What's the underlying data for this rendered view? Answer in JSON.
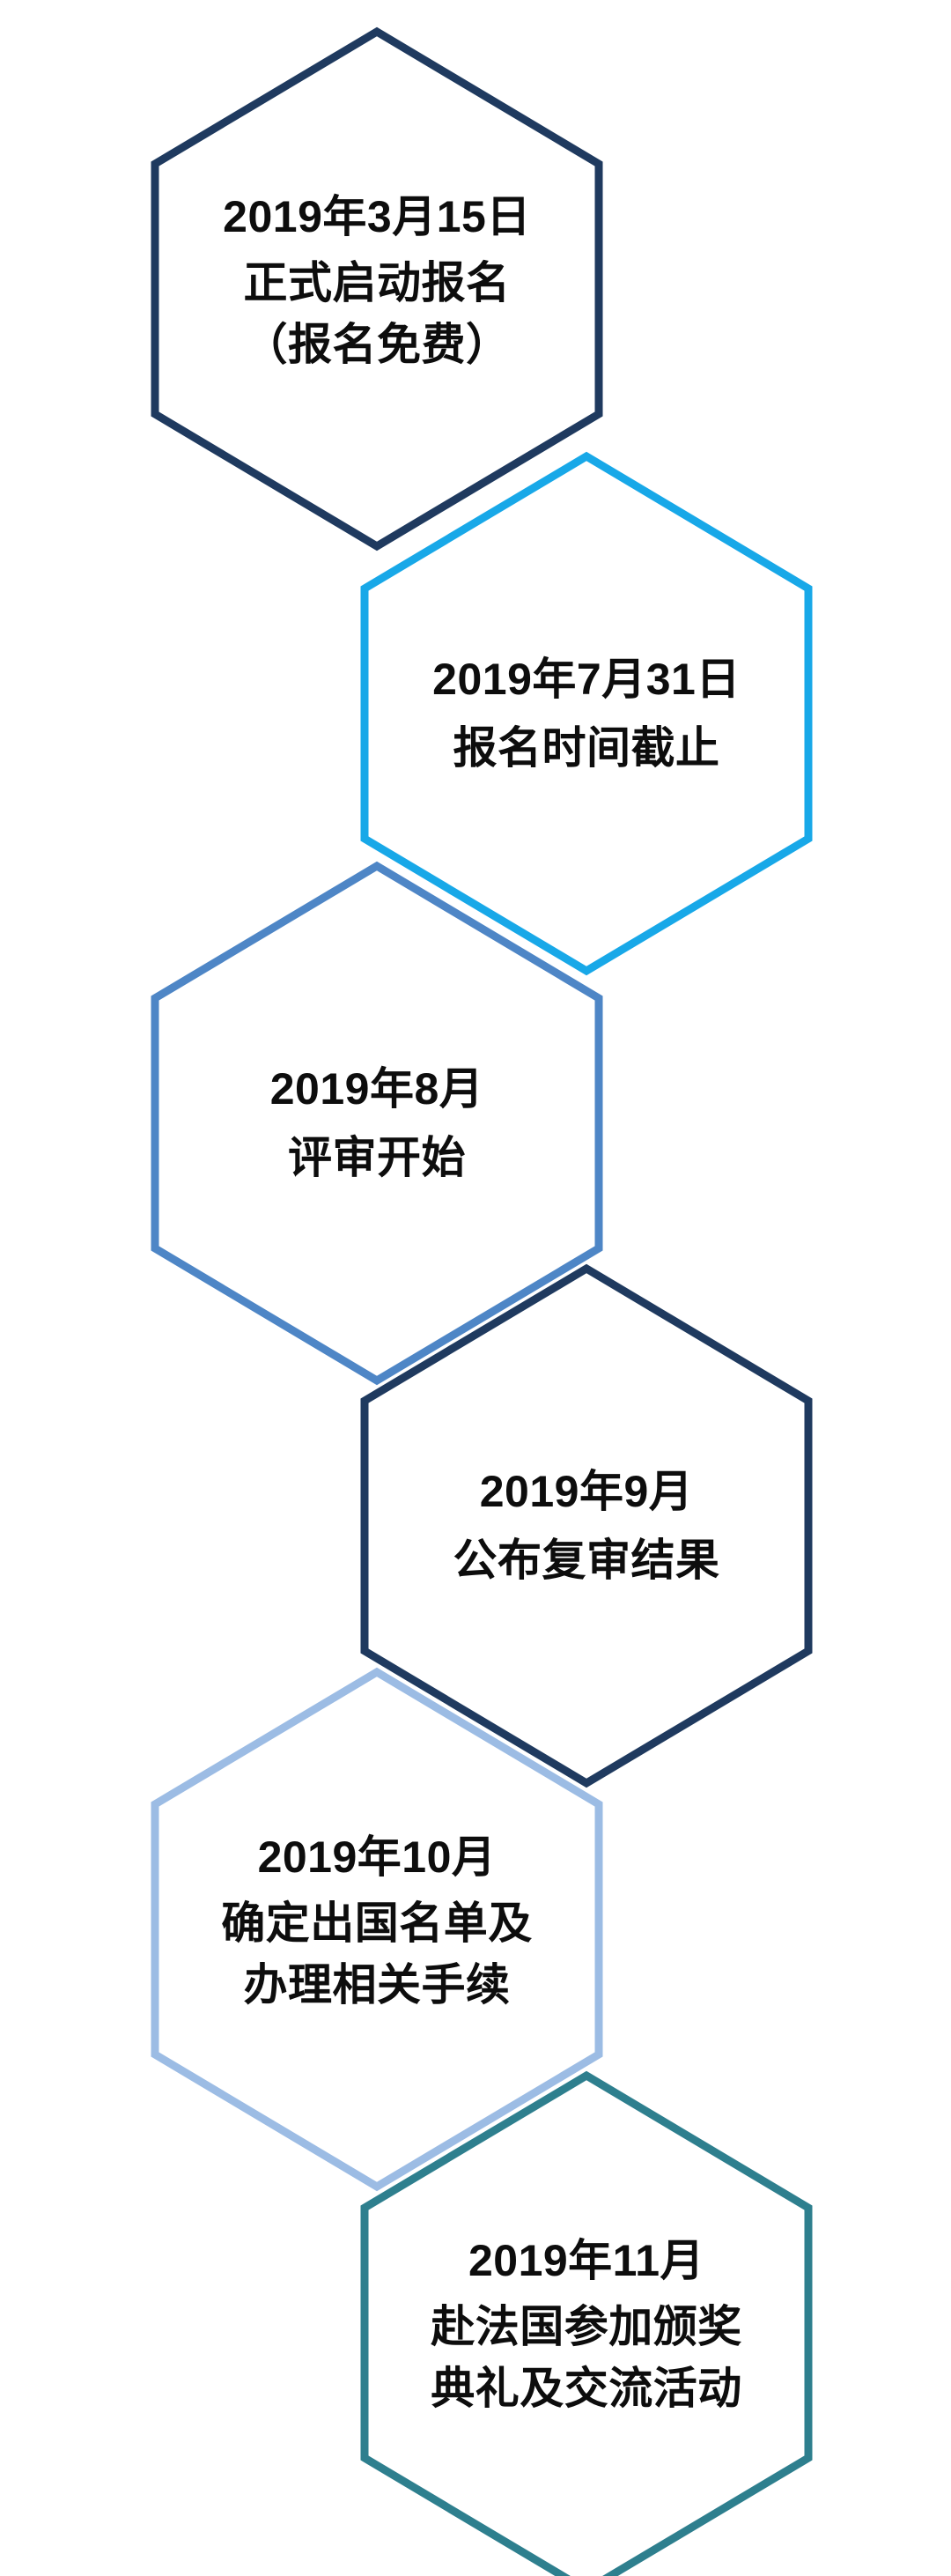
{
  "page": {
    "background_color": "#ffffff",
    "text_color": "#0d0d0d",
    "layout": "vertical zig-zag hexagon timeline",
    "orientation_note": "odd steps align left, even steps align right"
  },
  "timeline": {
    "steps": [
      {
        "index": 1,
        "align": "left",
        "border_color": "#1f3a5f",
        "date": "2019年3月15日",
        "lines": [
          "正式启动报名",
          "（报名免费）"
        ]
      },
      {
        "index": 2,
        "align": "right",
        "border_color": "#18a8e8",
        "date": "2019年7月31日",
        "lines": [
          "报名时间截止"
        ]
      },
      {
        "index": 3,
        "align": "left",
        "border_color": "#4e86c6",
        "date": "2019年8月",
        "lines": [
          "评审开始"
        ]
      },
      {
        "index": 4,
        "align": "right",
        "border_color": "#1f3a5f",
        "date": "2019年9月",
        "lines": [
          "公布复审结果"
        ]
      },
      {
        "index": 5,
        "align": "left",
        "border_color": "#9cbce4",
        "date": "2019年10月",
        "lines": [
          "确定出国名单及",
          "办理相关手续"
        ]
      },
      {
        "index": 6,
        "align": "right",
        "border_color": "#2e7f8e",
        "date": "2019年11月",
        "lines": [
          "赴法国参加颁奖",
          "典礼及交流活动"
        ]
      }
    ]
  }
}
